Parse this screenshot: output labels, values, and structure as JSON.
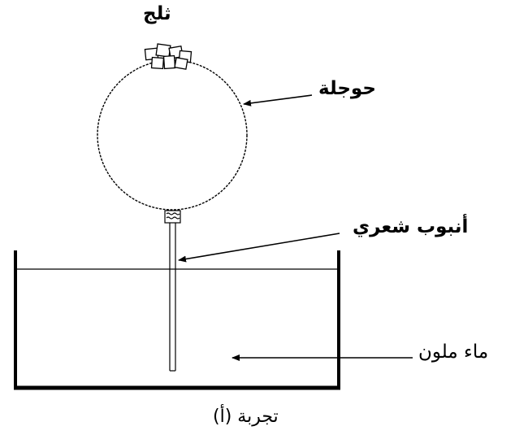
{
  "labels": {
    "ice": "ثلج",
    "flask": "حوجلة",
    "capillary_tube": "أنبوب شعري",
    "colored_water": "ماء ملون"
  },
  "caption": "تجربة (أ)",
  "colors": {
    "stroke": "#000000",
    "background": "#ffffff"
  }
}
